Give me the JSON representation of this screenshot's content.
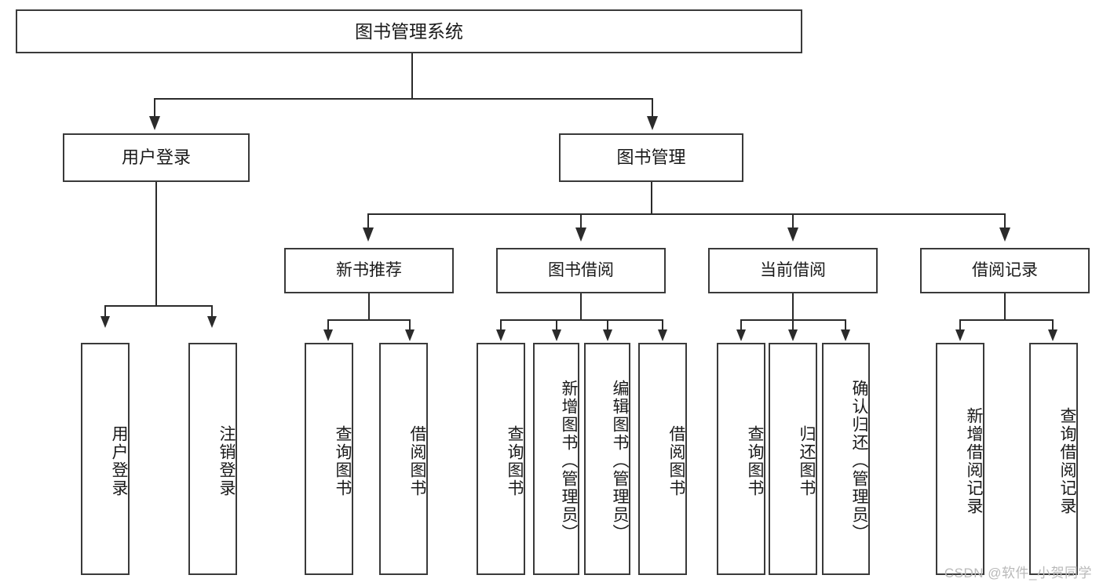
{
  "diagram": {
    "title": "图书管理系统",
    "type": "tree",
    "root": {
      "label": "图书管理系统"
    },
    "level2": [
      {
        "label": "用户登录"
      },
      {
        "label": "图书管理"
      }
    ],
    "level3": [
      {
        "label": "新书推荐"
      },
      {
        "label": "图书借阅"
      },
      {
        "label": "当前借阅"
      },
      {
        "label": "借阅记录"
      }
    ],
    "leaves": {
      "user_login": [
        {
          "label": "用户登录"
        },
        {
          "label": "注销登录"
        }
      ],
      "new_book_recommend": [
        {
          "label": "查询图书"
        },
        {
          "label": "借阅图书"
        }
      ],
      "book_borrow": [
        {
          "label": "查询图书"
        },
        {
          "label": "新增图书（管理员）"
        },
        {
          "label": "编辑图书（管理员）"
        },
        {
          "label": "借阅图书"
        }
      ],
      "current_borrow": [
        {
          "label": "查询图书"
        },
        {
          "label": "归还图书"
        },
        {
          "label": "确认归还（管理员）"
        }
      ],
      "borrow_record": [
        {
          "label": "新增借阅记录"
        },
        {
          "label": "查询借阅记录"
        }
      ]
    }
  },
  "watermark": {
    "text": "CSDN @软件_小贺同学"
  }
}
